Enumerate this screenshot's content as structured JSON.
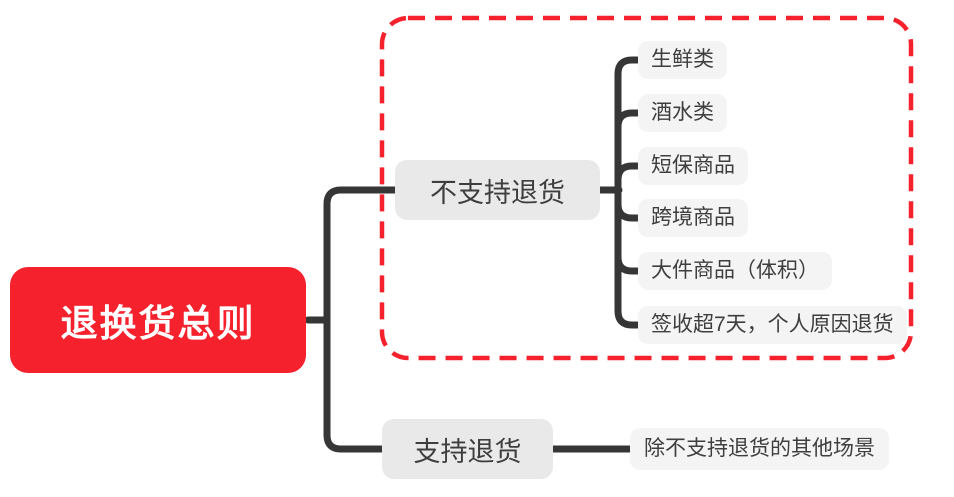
{
  "colors": {
    "accent_red": "#f5222d",
    "connector_line": "#363636",
    "branch_node_bg": "#e9e9e9",
    "leaf_node_bg": "#f4f4f4",
    "node_text": "#3e3e3e",
    "root_text": "#ffffff"
  },
  "mindmap": {
    "root": {
      "label": "退换货总则"
    },
    "branches": [
      {
        "label": "不支持退货",
        "highlighted": true,
        "children": [
          "生鲜类",
          "酒水类",
          "短保商品",
          "跨境商品",
          "大件商品（体积）",
          "签收超7天，个人原因退货"
        ]
      },
      {
        "label": "支持退货",
        "highlighted": false,
        "children": [
          "除不支持退货的其他场景"
        ]
      }
    ]
  }
}
